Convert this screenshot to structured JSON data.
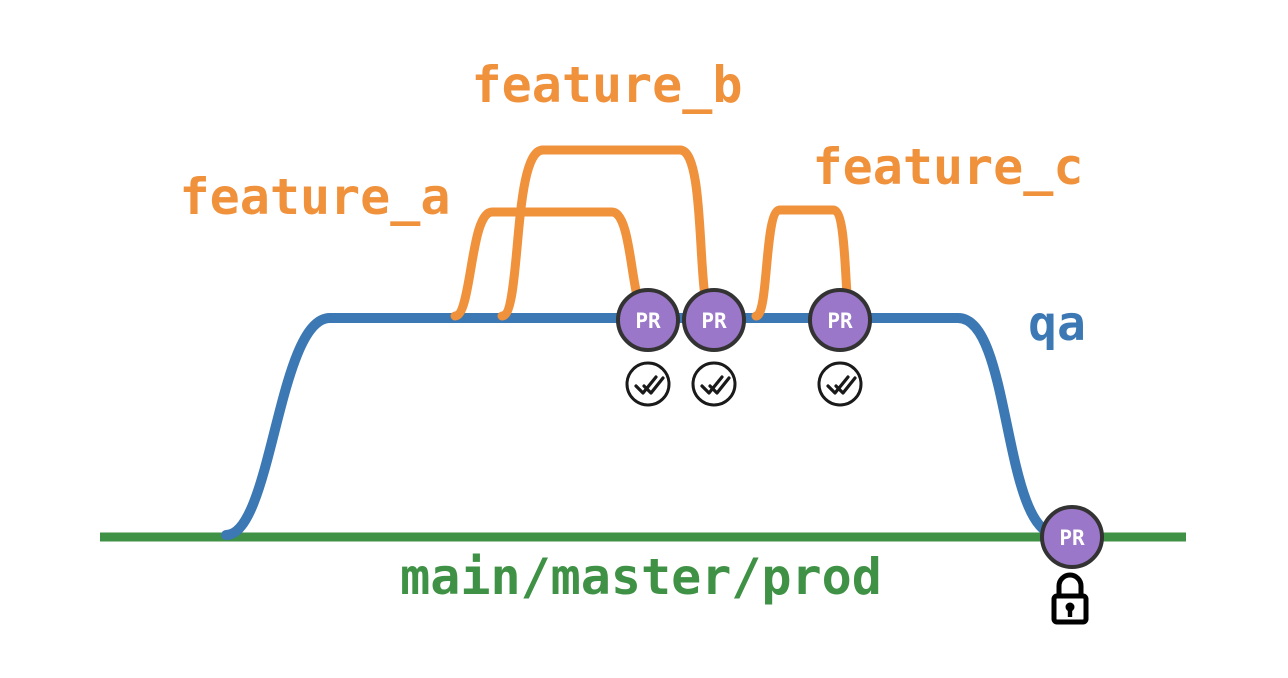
{
  "diagram": {
    "branches": {
      "main": {
        "label": "main/master/prod",
        "color": "#3F9145"
      },
      "qa": {
        "label": "qa",
        "color": "#3C78B4"
      },
      "feature_a": {
        "label": "feature_a",
        "color": "#F0913C"
      },
      "feature_b": {
        "label": "feature_b",
        "color": "#F0913C"
      },
      "feature_c": {
        "label": "feature_c",
        "color": "#F0913C"
      }
    },
    "pr_nodes": [
      {
        "label": "PR",
        "from": "feature_a",
        "into": "qa",
        "status_icon": "double-check-icon"
      },
      {
        "label": "PR",
        "from": "feature_b",
        "into": "qa",
        "status_icon": "double-check-icon"
      },
      {
        "label": "PR",
        "from": "feature_c",
        "into": "qa",
        "status_icon": "double-check-icon"
      },
      {
        "label": "PR",
        "from": "qa",
        "into": "main",
        "status_icon": "lock-icon"
      }
    ],
    "colors": {
      "background": "#ffffff",
      "pr_fill": "#9A77C8",
      "pr_stroke": "#333333",
      "pr_text": "#ffffff",
      "check_icon": "#1A1A1A",
      "lock_icon": "#000000"
    }
  }
}
